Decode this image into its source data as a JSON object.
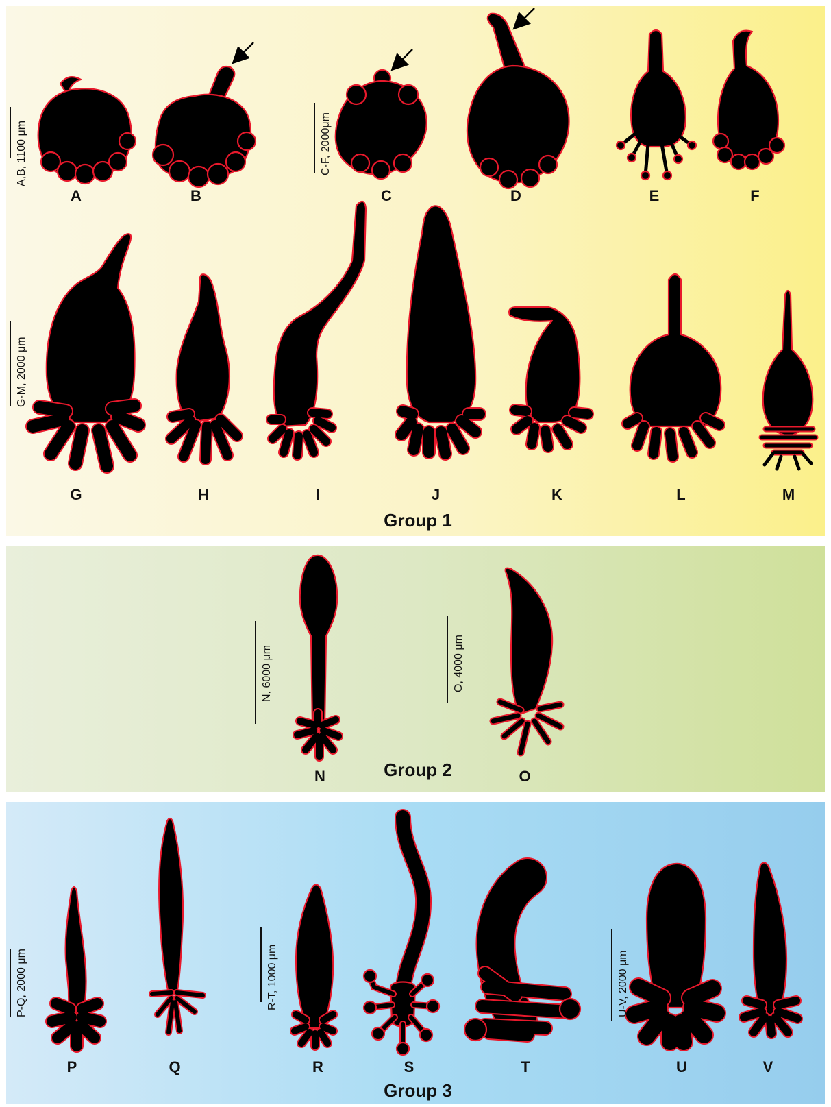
{
  "groups": [
    {
      "title": "Group 1"
    },
    {
      "title": "Group 2"
    },
    {
      "title": "Group 3"
    }
  ],
  "labels": [
    "A",
    "B",
    "C",
    "D",
    "E",
    "F",
    "G",
    "H",
    "I",
    "J",
    "K",
    "L",
    "M",
    "N",
    "O",
    "P",
    "Q",
    "R",
    "S",
    "T",
    "U",
    "V"
  ],
  "scale_bars": [
    "A,B, 1100 μm",
    "C-F, 2000μm",
    "G-M, 2000 μm",
    "N, 6000 μm",
    "O, 4000 μm",
    "P-Q, 2000 μm",
    "R-T, 1000 μm",
    "U-V, 2000 μm"
  ],
  "colors": {
    "specimen_fill": "#000000",
    "specimen_outline": "#e8192c",
    "group1_bg": "#fbf4c6",
    "group2_bg": "#dde8c4",
    "group3_bg": "#a9dcf4"
  }
}
